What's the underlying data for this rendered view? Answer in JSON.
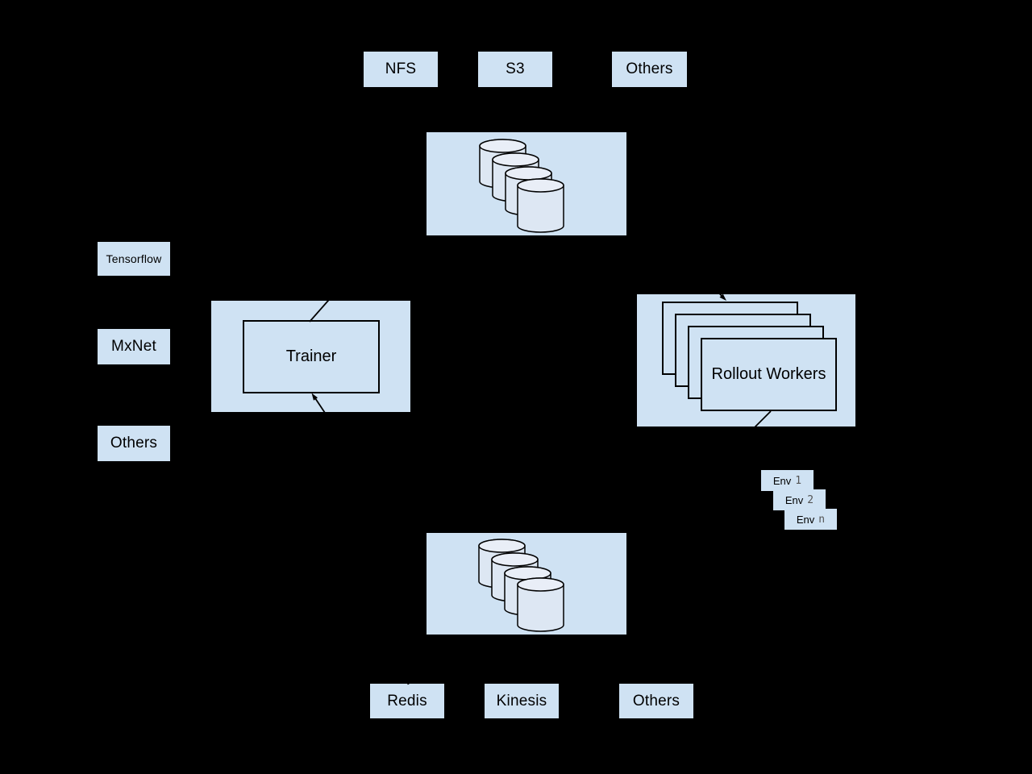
{
  "diagram": {
    "background_color": "#000000",
    "node_fill_color": "#cfe2f3",
    "cylinder_body_color": "#dde7f3",
    "cylinder_top_color": "#e9eef7",
    "line_color": "#000000",
    "top_row": {
      "nfs_label": "NFS",
      "s3_label": "S3",
      "others_label": "Others"
    },
    "data_store_top": {
      "cylinder_count": 4
    },
    "left_column": {
      "tensorflow_label": "Tensorflow",
      "mxnet_label": "MxNet",
      "others_label": "Others"
    },
    "trainer": {
      "label": "Trainer"
    },
    "rollout_workers": {
      "label": "Rollout Workers",
      "stack_count": 4
    },
    "env_stack": {
      "env1": {
        "prefix": "Env",
        "index": "1"
      },
      "env2": {
        "prefix": "Env",
        "index": "2"
      },
      "envn": {
        "prefix": "Env",
        "index": "n"
      }
    },
    "memory_backend_bottom": {
      "cylinder_count": 4
    },
    "bottom_row": {
      "redis_label": "Redis",
      "kinesis_label": "Kinesis",
      "others_label": "Others"
    }
  }
}
